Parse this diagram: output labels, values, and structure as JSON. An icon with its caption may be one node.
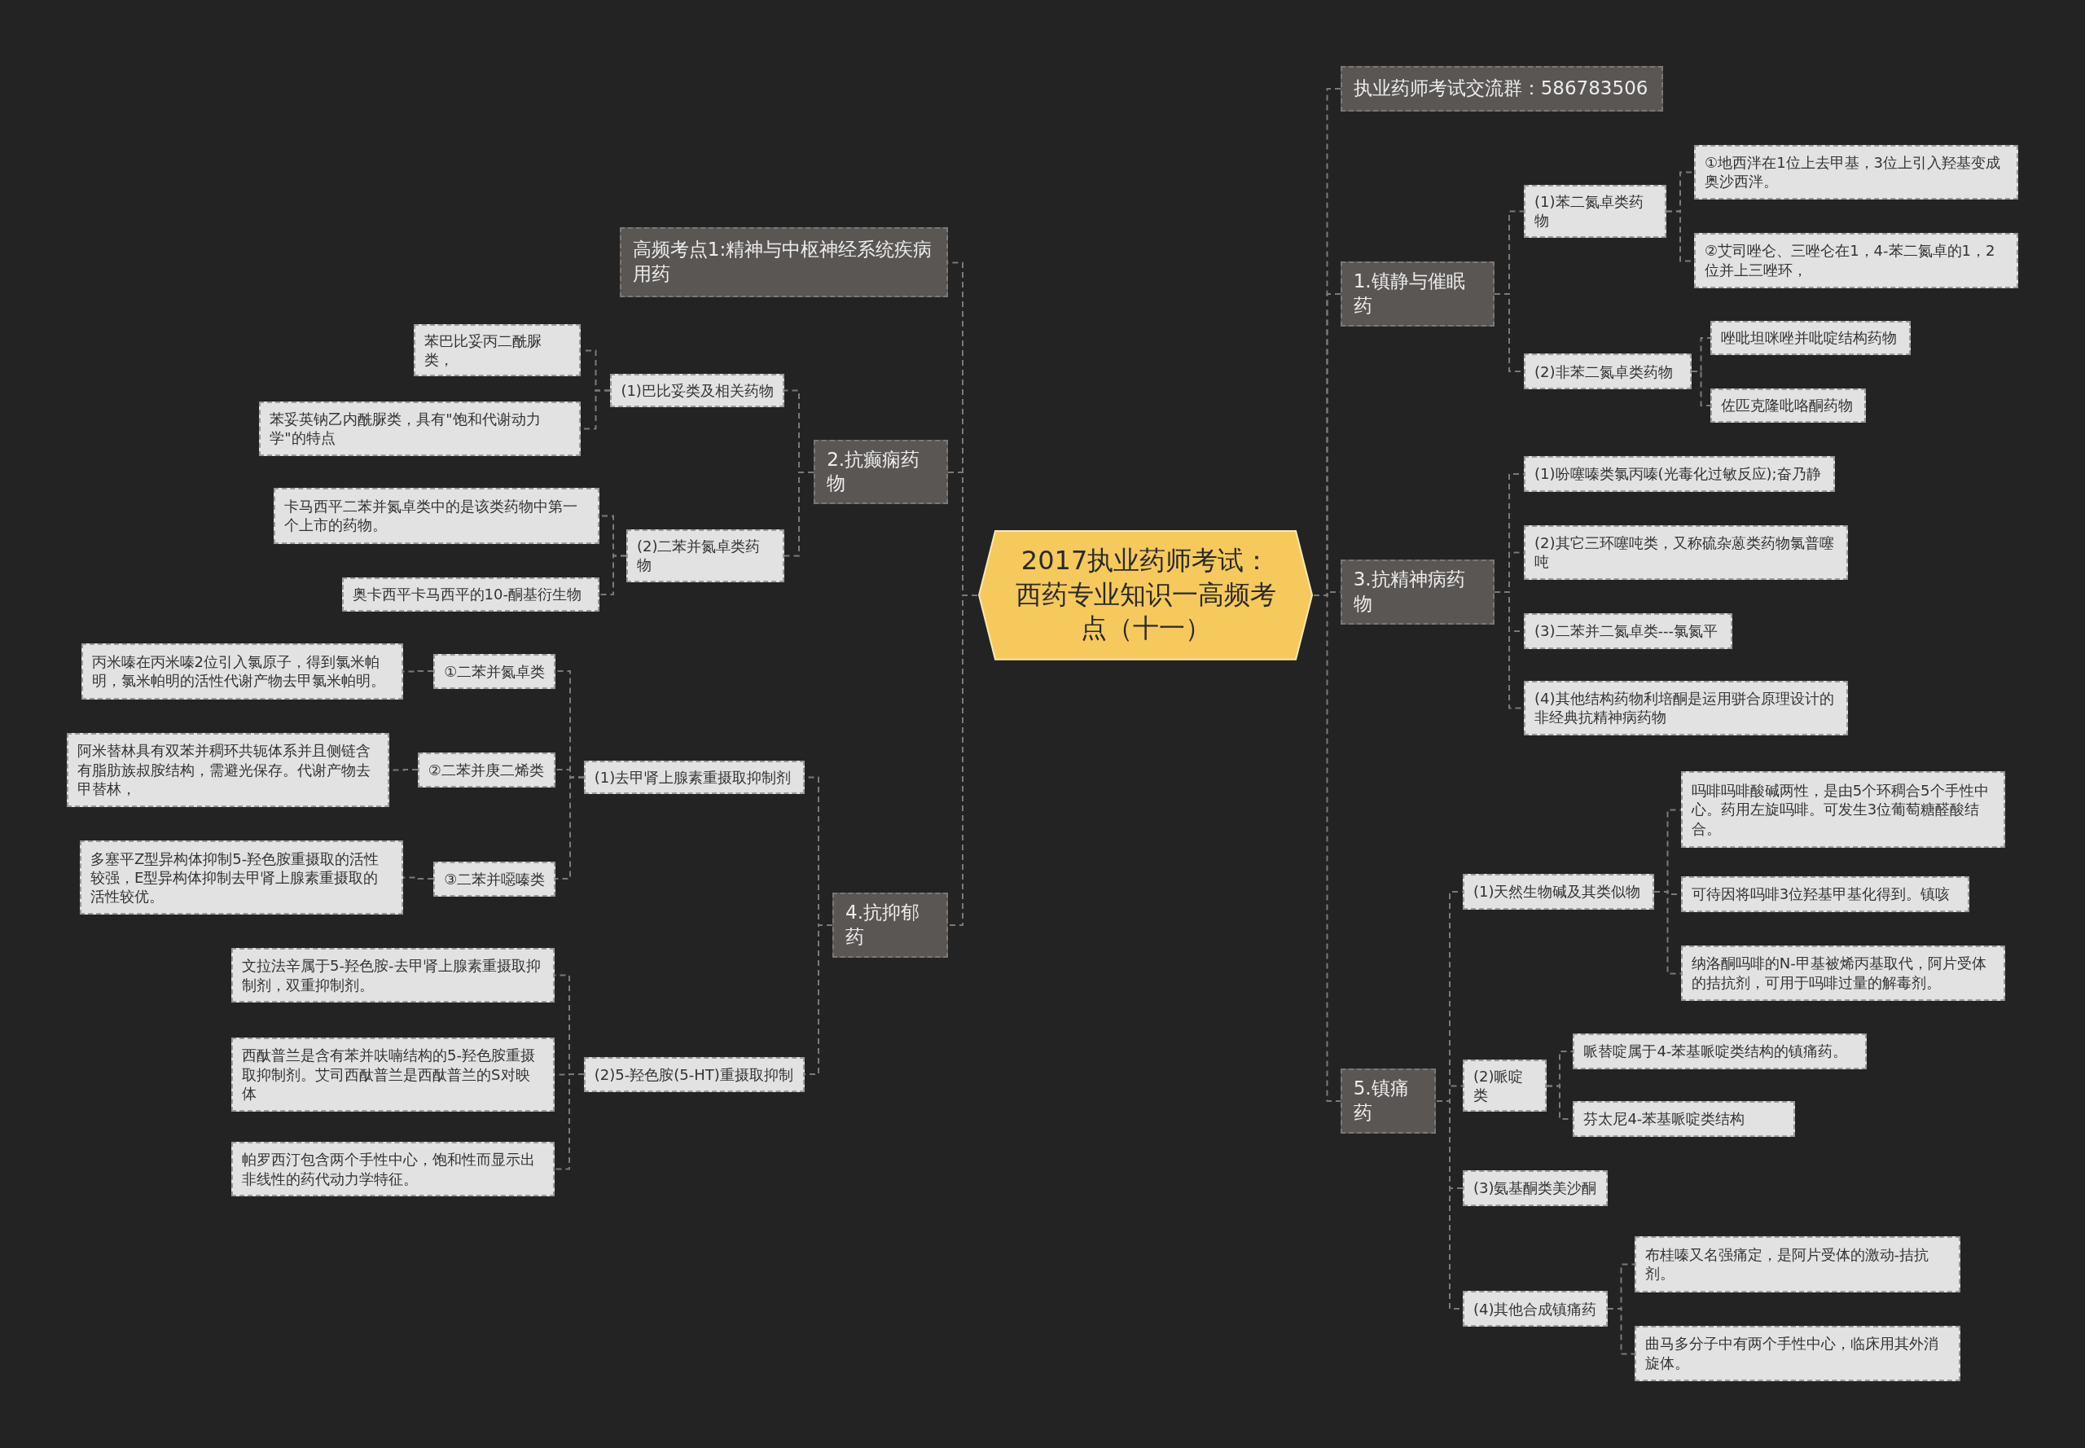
{
  "diagram": {
    "nodes": [
      {
        "text": [
          "2017执业药师考试：西药专业知识一高频考点（十一）"
        ]
      },
      {
        "text": [
          "执业药师考试交流群：586783506"
        ]
      },
      {
        "text": [
          "1.镇静与催眠药"
        ]
      },
      {
        "text": [
          "(1)苯二氮卓类药物"
        ]
      },
      {
        "text": [
          "①地西泮在1位上去甲基，3位上引入羟基变成奥沙西泮。"
        ]
      },
      {
        "text": [
          "②艾司唑仑、三唑仑在1，4-苯二氮卓的1，2位并上三唑环，"
        ]
      },
      {
        "text": [
          "(2)非苯二氮卓类药物"
        ]
      },
      {
        "text": [
          "唑吡坦咪唑并吡啶结构药物"
        ]
      },
      {
        "text": [
          "佐匹克隆吡咯酮药物"
        ]
      },
      {
        "text": [
          "3.抗精神病药物"
        ]
      },
      {
        "text": [
          "(1)吩噻嗪类氯丙嗪(光毒化过敏反应);奋乃静"
        ]
      },
      {
        "text": [
          "(2)其它三环噻吨类，又称硫杂蒽类药物氯普噻吨"
        ]
      },
      {
        "text": [
          "(3)二苯并二氮卓类---氯氮平"
        ]
      },
      {
        "text": [
          "(4)其他结构药物利培酮是运用骈合原理设计的非经典抗精神病药物"
        ]
      },
      {
        "text": [
          "5.镇痛药"
        ]
      },
      {
        "text": [
          "(1)天然生物碱及其类似物"
        ]
      },
      {
        "text": [
          "吗啡吗啡酸碱两性，是由5个环稠合5个手性中心。药用左旋吗啡。可发生3位葡萄糖醛酸结合。"
        ]
      },
      {
        "text": [
          "可待因将吗啡3位羟基甲基化得到。镇咳"
        ]
      },
      {
        "text": [
          "纳洛酮吗啡的N-甲基被烯丙基取代，阿片受体的拮抗剂，可用于吗啡过量的解毒剂。"
        ]
      },
      {
        "text": [
          "(2)哌啶类"
        ]
      },
      {
        "text": [
          "哌替啶属于4-苯基哌啶类结构的镇痛药。"
        ]
      },
      {
        "text": [
          "芬太尼4-苯基哌啶类结构"
        ]
      },
      {
        "text": [
          "(3)氨基酮类美沙酮"
        ]
      },
      {
        "text": [
          "(4)其他合成镇痛药"
        ]
      },
      {
        "text": [
          "布桂嗪又名强痛定，是阿片受体的激动-拮抗剂。"
        ]
      },
      {
        "text": [
          "曲马多分子中有两个手性中心，临床用其外消旋体。"
        ]
      },
      {
        "text": [
          "高频考点1:精神与中枢神经系统疾病用药"
        ]
      },
      {
        "text": [
          "2.抗癫痫药物"
        ]
      },
      {
        "text": [
          "(1)巴比妥类及相关药物"
        ]
      },
      {
        "text": [
          "苯巴比妥丙二酰脲类，"
        ]
      },
      {
        "text": [
          "苯妥英钠乙内酰脲类，具有\"饱和代谢动力学\"的特点"
        ]
      },
      {
        "text": [
          "(2)二苯并氮卓类药物"
        ]
      },
      {
        "text": [
          "卡马西平二苯并氮卓类中的是该类药物中第一个上市的药物。"
        ]
      },
      {
        "text": [
          "奥卡西平卡马西平的10-酮基衍生物"
        ]
      },
      {
        "text": [
          "4.抗抑郁药"
        ]
      },
      {
        "text": [
          "(1)去甲肾上腺素重摄取抑制剂"
        ]
      },
      {
        "text": [
          "①二苯并氮卓类"
        ]
      },
      {
        "text": [
          "丙米嗪在丙米嗪2位引入氯原子，得到氯米帕明，氯米帕明的活性代谢产物去甲氯米帕明。"
        ]
      },
      {
        "text": [
          "②二苯并庚二烯类"
        ]
      },
      {
        "text": [
          "阿米替林具有双苯并稠环共轭体系并且侧链含有脂肪族叔胺结构，需避光保存。代谢产物去甲替林，"
        ]
      },
      {
        "text": [
          "③二苯并噁嗪类"
        ]
      },
      {
        "text": [
          "多塞平Z型异构体抑制5-羟色胺重摄取的活性较强，E型异构体抑制去甲肾上腺素重摄取的活性较优。"
        ]
      },
      {
        "text": [
          "(2)5-羟色胺(5-HT)重摄取抑制"
        ]
      },
      {
        "text": [
          "文拉法辛属于5-羟色胺-去甲肾上腺素重摄取抑制剂，双重抑制剂。"
        ]
      },
      {
        "text": [
          "西酞普兰是含有苯并呋喃结构的5-羟色胺重摄取抑制剂。艾司西酞普兰是西酞普兰的S对映体"
        ]
      },
      {
        "text": [
          "帕罗西汀包含两个手性中心，饱和性而显示出非线性的药代动力学特征。"
        ]
      }
    ],
    "edges": [
      {
        "from": 0,
        "to": 1,
        "arrow": "none"
      },
      {
        "from": 0,
        "to": 2,
        "arrow": "none"
      },
      {
        "from": 2,
        "to": 3,
        "arrow": "none"
      },
      {
        "from": 3,
        "to": 4,
        "arrow": "none"
      },
      {
        "from": 3,
        "to": 5,
        "arrow": "none"
      },
      {
        "from": 2,
        "to": 6,
        "arrow": "none"
      },
      {
        "from": 6,
        "to": 7,
        "arrow": "none"
      },
      {
        "from": 6,
        "to": 8,
        "arrow": "none"
      },
      {
        "from": 0,
        "to": 9,
        "arrow": "none"
      },
      {
        "from": 9,
        "to": 10,
        "arrow": "none"
      },
      {
        "from": 9,
        "to": 11,
        "arrow": "none"
      },
      {
        "from": 9,
        "to": 12,
        "arrow": "none"
      },
      {
        "from": 9,
        "to": 13,
        "arrow": "none"
      },
      {
        "from": 0,
        "to": 14,
        "arrow": "none"
      },
      {
        "from": 14,
        "to": 15,
        "arrow": "none"
      },
      {
        "from": 15,
        "to": 16,
        "arrow": "none"
      },
      {
        "from": 15,
        "to": 17,
        "arrow": "none"
      },
      {
        "from": 15,
        "to": 18,
        "arrow": "none"
      },
      {
        "from": 14,
        "to": 19,
        "arrow": "none"
      },
      {
        "from": 19,
        "to": 20,
        "arrow": "none"
      },
      {
        "from": 19,
        "to": 21,
        "arrow": "none"
      },
      {
        "from": 14,
        "to": 22,
        "arrow": "none"
      },
      {
        "from": 14,
        "to": 23,
        "arrow": "none"
      },
      {
        "from": 23,
        "to": 24,
        "arrow": "none"
      },
      {
        "from": 23,
        "to": 25,
        "arrow": "none"
      },
      {
        "from": 0,
        "to": 26,
        "arrow": "none"
      },
      {
        "from": 0,
        "to": 27,
        "arrow": "none"
      },
      {
        "from": 27,
        "to": 28,
        "arrow": "none"
      },
      {
        "from": 28,
        "to": 29,
        "arrow": "none"
      },
      {
        "from": 28,
        "to": 30,
        "arrow": "none"
      },
      {
        "from": 27,
        "to": 31,
        "arrow": "none"
      },
      {
        "from": 31,
        "to": 32,
        "arrow": "none"
      },
      {
        "from": 31,
        "to": 33,
        "arrow": "none"
      },
      {
        "from": 0,
        "to": 34,
        "arrow": "none"
      },
      {
        "from": 34,
        "to": 35,
        "arrow": "none"
      },
      {
        "from": 35,
        "to": 36,
        "arrow": "none"
      },
      {
        "from": 36,
        "to": 37,
        "arrow": "none"
      },
      {
        "from": 35,
        "to": 38,
        "arrow": "none"
      },
      {
        "from": 38,
        "to": 39,
        "arrow": "none"
      },
      {
        "from": 35,
        "to": 40,
        "arrow": "none"
      },
      {
        "from": 40,
        "to": 41,
        "arrow": "none"
      },
      {
        "from": 34,
        "to": 42,
        "arrow": "none"
      },
      {
        "from": 42,
        "to": 43,
        "arrow": "none"
      },
      {
        "from": 42,
        "to": 44,
        "arrow": "none"
      },
      {
        "from": 42,
        "to": 45,
        "arrow": "none"
      }
    ]
  }
}
